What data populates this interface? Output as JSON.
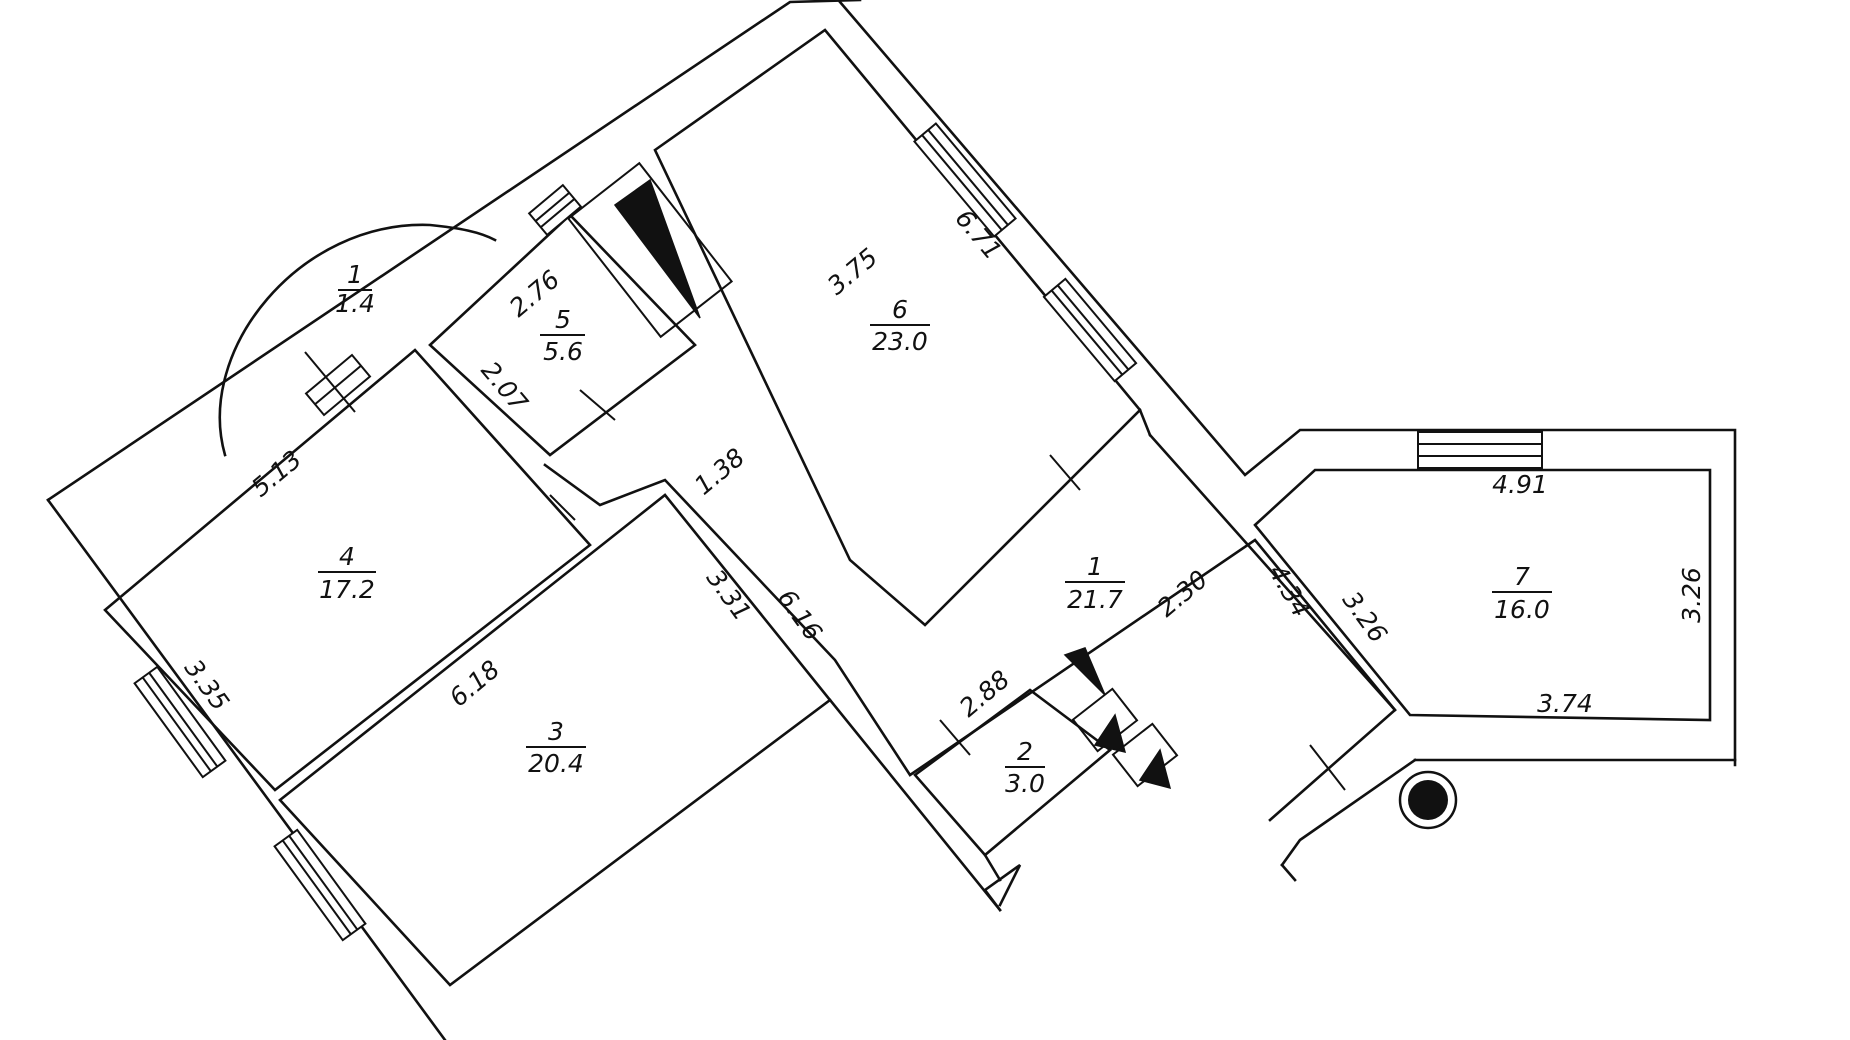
{
  "plan": {
    "rooms": [
      {
        "id": "room-1-balcony",
        "number": "1",
        "area": "1.4"
      },
      {
        "id": "room-5",
        "number": "5",
        "area": "5.6"
      },
      {
        "id": "room-6",
        "number": "6",
        "area": "23.0"
      },
      {
        "id": "room-4",
        "number": "4",
        "area": "17.2"
      },
      {
        "id": "room-1-hall",
        "number": "1",
        "area": "21.7"
      },
      {
        "id": "room-7",
        "number": "7",
        "area": "16.0"
      },
      {
        "id": "room-3",
        "number": "3",
        "area": "20.4"
      },
      {
        "id": "room-2",
        "number": "2",
        "area": "3.0"
      }
    ],
    "dimensions": {
      "d_276": "2.76",
      "d_207": "2.07",
      "d_375": "3.75",
      "d_671": "6.71",
      "d_513": "5.13",
      "d_138": "1.38",
      "d_331": "3.31",
      "d_616": "6.16",
      "d_230": "2.30",
      "d_434": "4.34",
      "d_326a": "3.26",
      "d_491": "4.91",
      "d_326b": "3.26",
      "d_374": "3.74",
      "d_335": "3.35",
      "d_618": "6.18",
      "d_288": "2.88"
    }
  }
}
